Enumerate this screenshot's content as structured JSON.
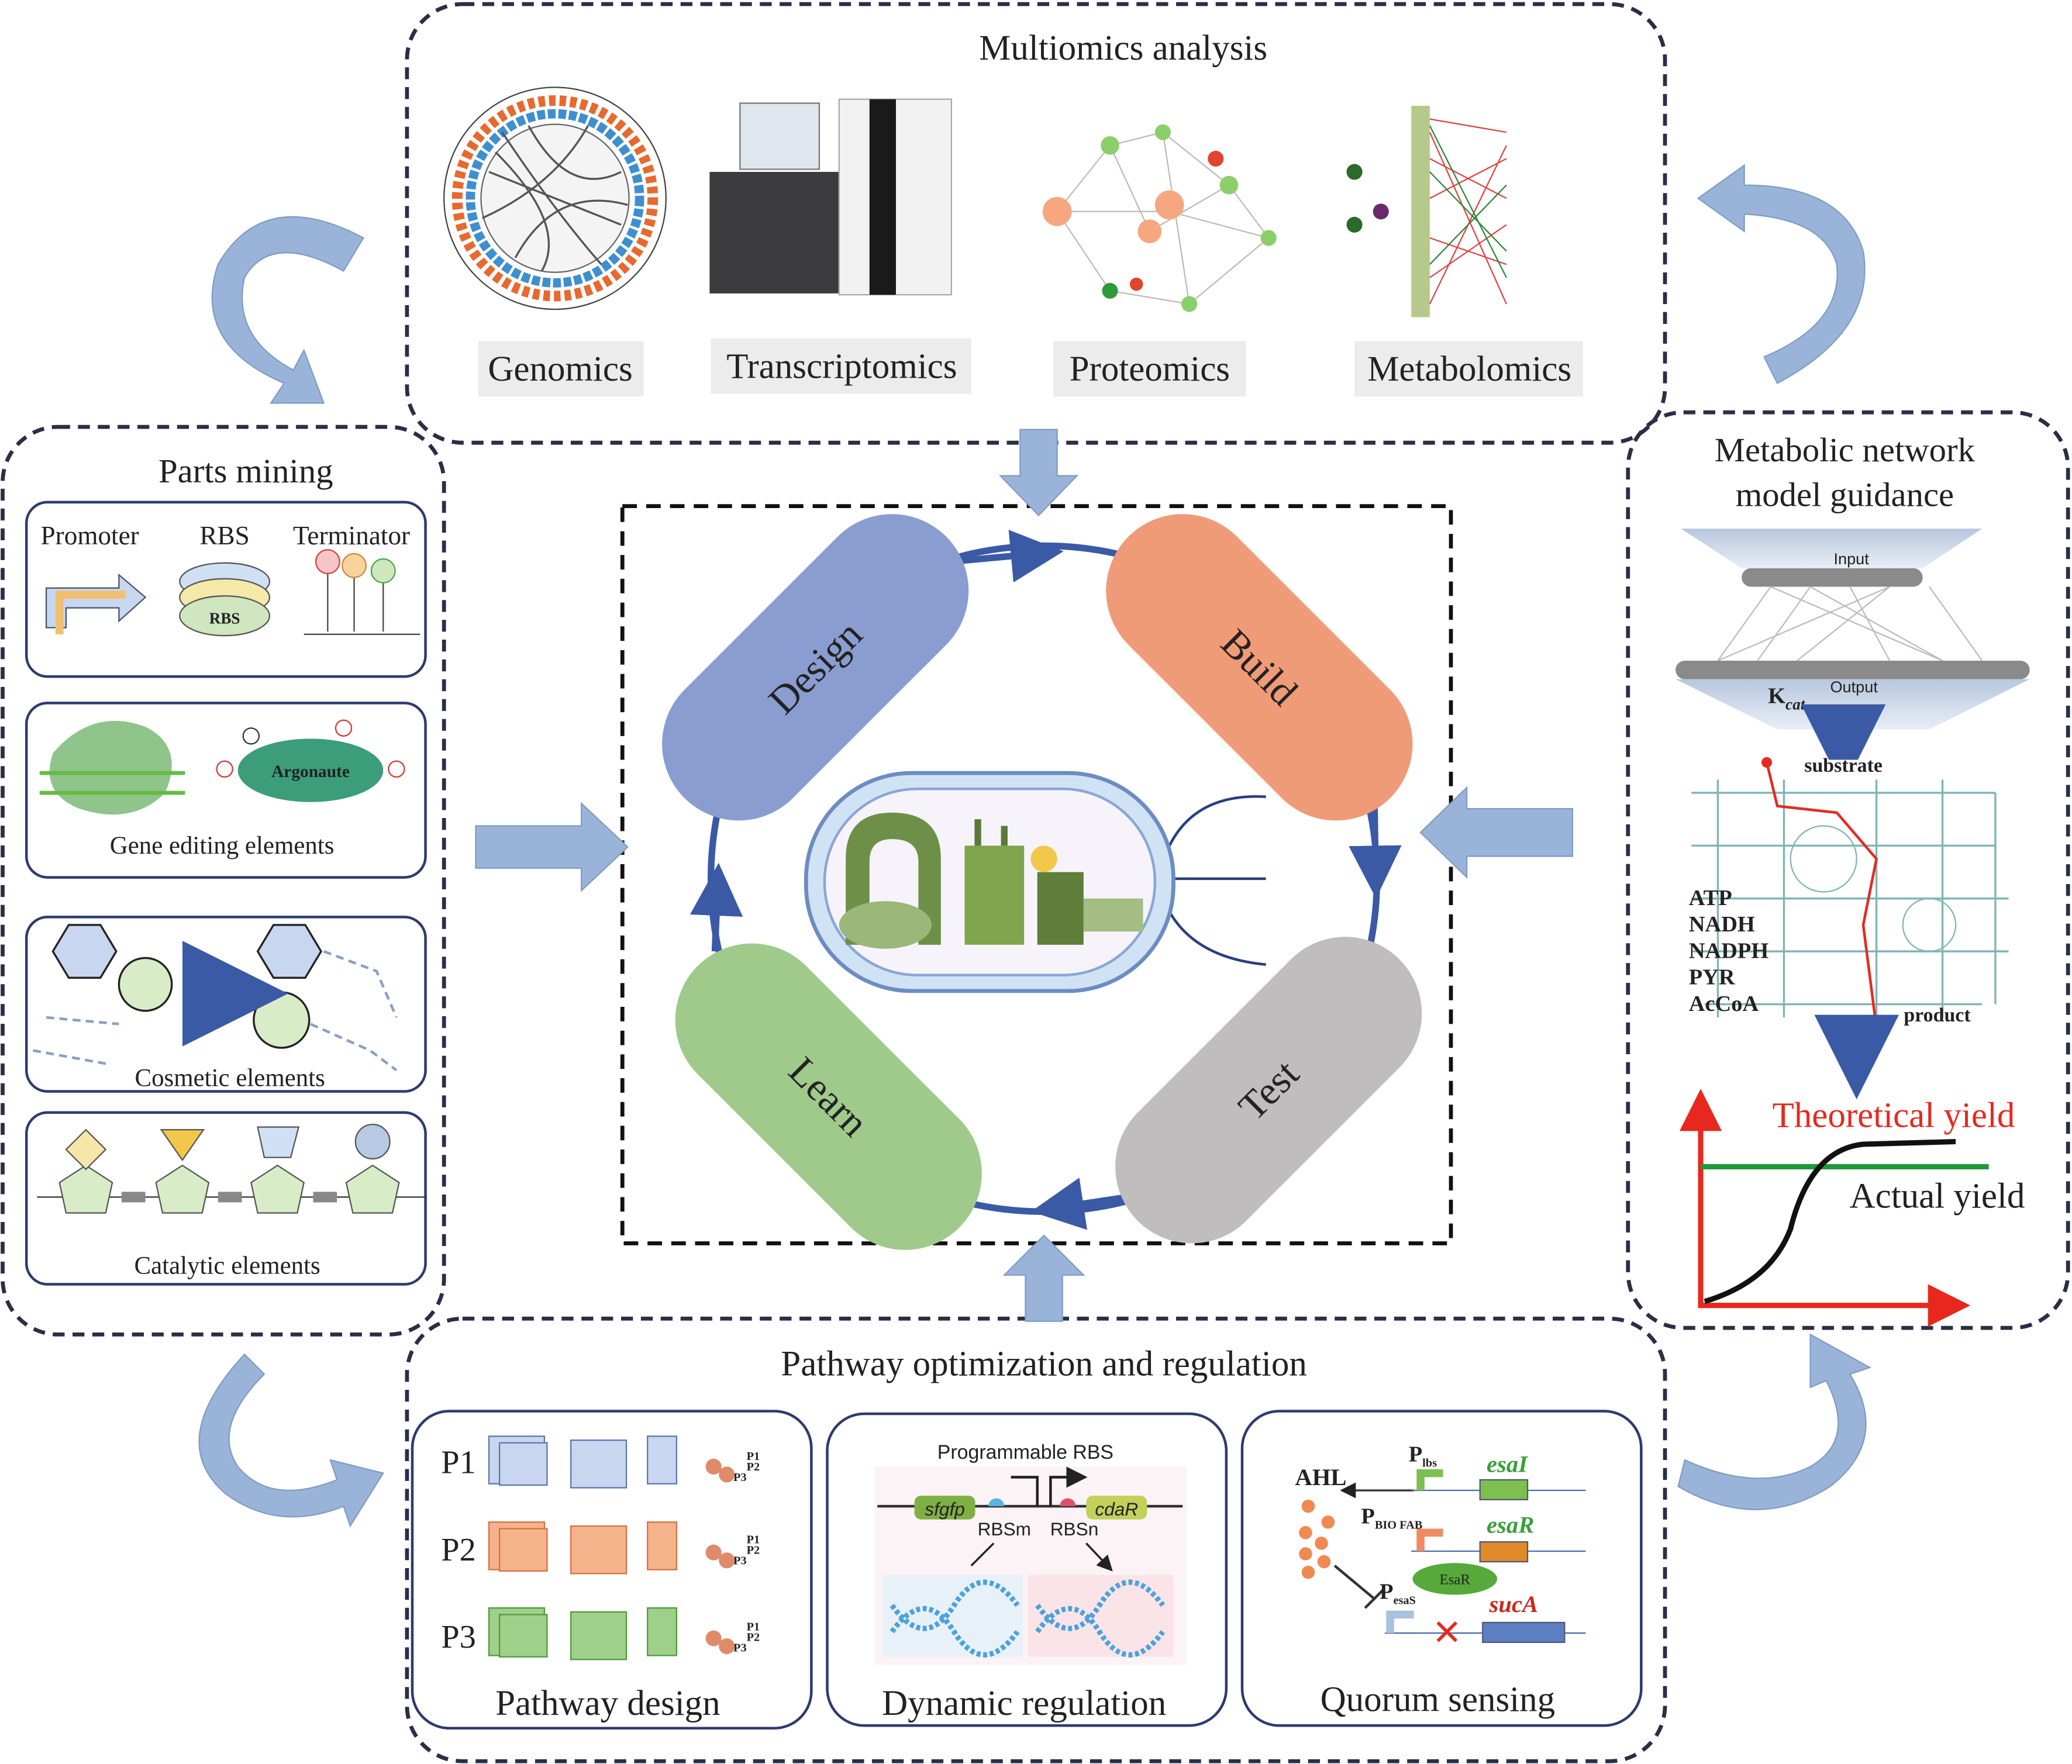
{
  "multiomics": {
    "title": "Multiomics analysis",
    "items": [
      "Genomics",
      "Transcriptomics",
      "Proteomics",
      "Metabolomics"
    ]
  },
  "parts": {
    "title": "Parts mining",
    "promoter": "Promoter",
    "rbs": "RBS",
    "terminator": "Terminator",
    "rbs_label": "RBS",
    "argonaute": "Argonaute",
    "gene_editing": "Gene editing elements",
    "cosmetic": "Cosmetic elements",
    "catalytic": "Catalytic elements"
  },
  "cycle": {
    "design": "Design",
    "build": "Build",
    "test": "Test",
    "learn": "Learn"
  },
  "metabolic": {
    "title1": "Metabolic network",
    "title2": "model guidance",
    "input": "Input",
    "output": "Output",
    "kcat": "K",
    "kcat_sub": "cat",
    "substrate": "substrate",
    "product": "product",
    "metabolites": [
      "ATP",
      "NADH",
      "NADPH",
      "PYR",
      "AcCoA"
    ],
    "theoretical": "Theoretical yield",
    "actual": "Actual yield"
  },
  "pathway": {
    "title": "Pathway optimization and regulation",
    "design": {
      "label": "Pathway design",
      "rows": [
        "P1",
        "P2",
        "P3"
      ],
      "mini": [
        "P1",
        "P2",
        "P3"
      ]
    },
    "dynamic": {
      "label": "Dynamic regulation",
      "header": "Programmable RBS",
      "gene1": "sfgfp",
      "gene2": "cdaR",
      "rbs1": "RBSm",
      "rbs2": "RBSn"
    },
    "quorum": {
      "label": "Quorum sensing",
      "ahl": "AHL",
      "p1": "P",
      "p1_sub": "lbs",
      "gene1": "esaI",
      "p2": "P",
      "p2_sub": "BIO FAB",
      "gene2": "esaR",
      "protein": "EsaR",
      "p3": "P",
      "p3_sub": "esaS",
      "gene3": "sucA"
    }
  },
  "colors": {
    "design": "#8a9dd0",
    "build": "#ef9b78",
    "learn": "#9fca8b",
    "test": "#bfbdbd",
    "arrow": "#9ab4d9",
    "frame": "#2a2f45",
    "cycle": "#3b5aa6"
  }
}
